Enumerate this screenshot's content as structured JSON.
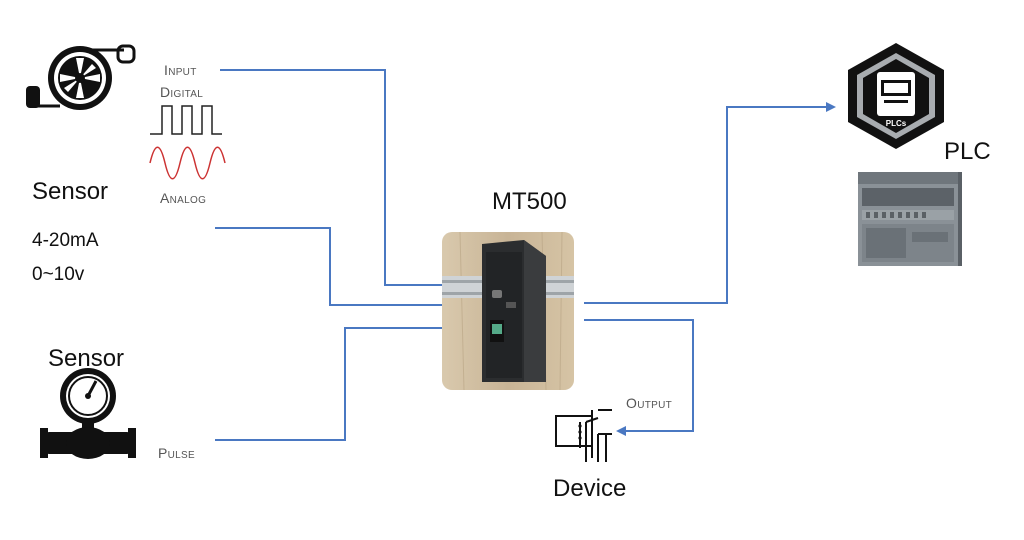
{
  "labels": {
    "input": "Input",
    "digital": "Digital",
    "analog": "Analog",
    "sensor_top": "Sensor",
    "range_current": "4-20mA",
    "range_voltage": "0~10v",
    "sensor_bottom": "Sensor",
    "pulse": "Pulse",
    "center_device": "MT500",
    "plc": "PLC",
    "plc_badge": "PLCs",
    "output": "Output",
    "output_device": "Device"
  },
  "colors": {
    "wire": "#4a78c2",
    "digital_wave": "#222222",
    "analog_wave": "#cc3333"
  },
  "icons": {
    "fan_sensor": "fan-sensor-icon",
    "pressure_gauge": "pressure-gauge-icon",
    "relay_device": "relay-device-icon",
    "plc_hexagon": "plc-hexagon-icon"
  }
}
